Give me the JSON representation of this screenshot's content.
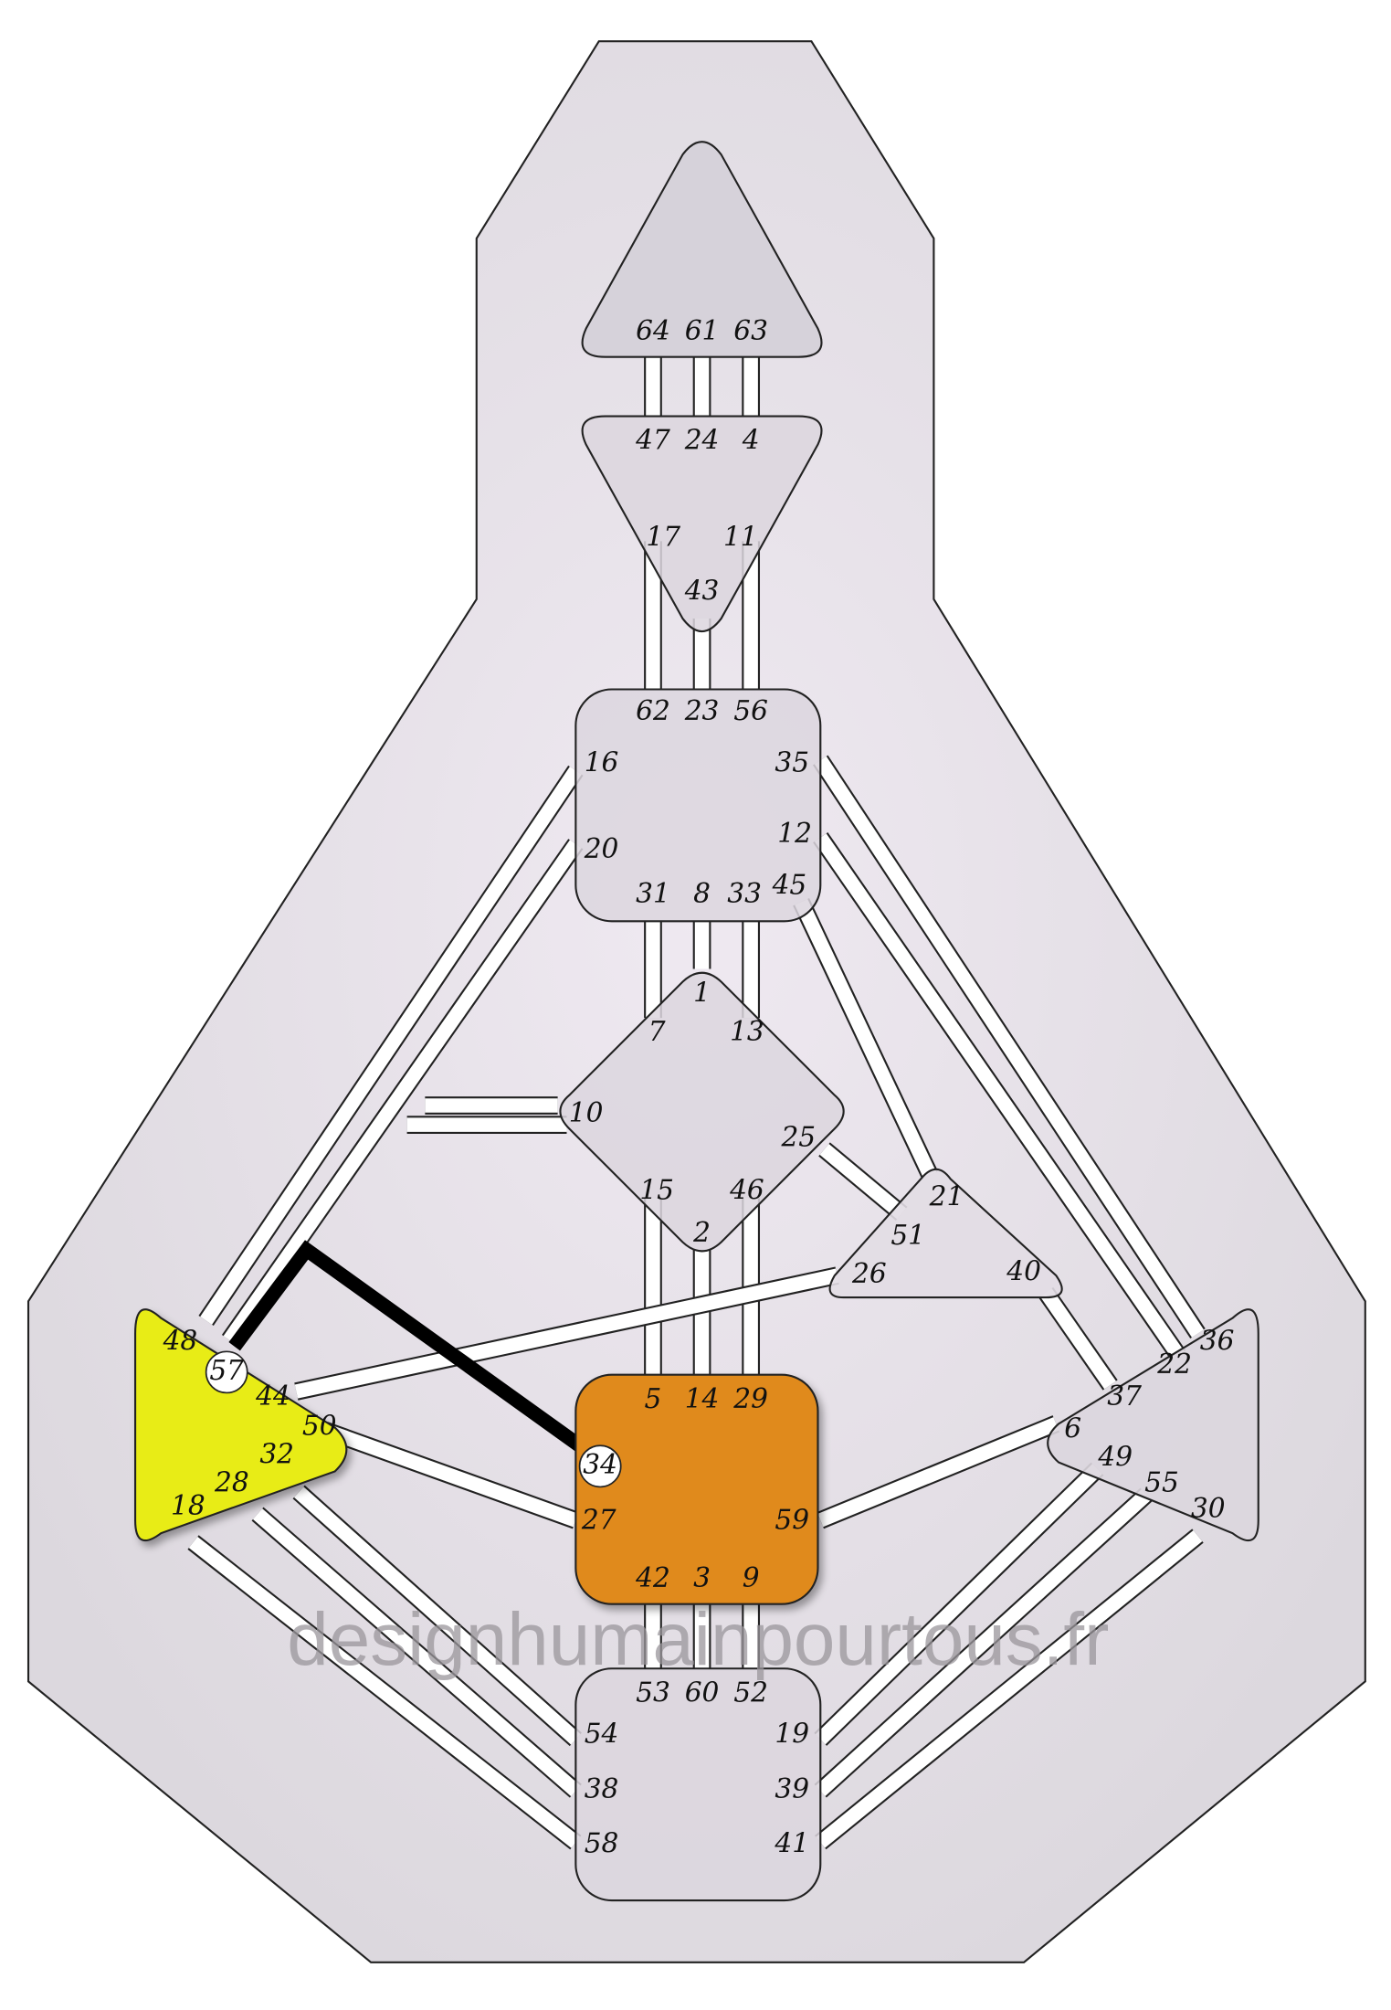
{
  "watermark": "designhumainpourtous.fr",
  "colors": {
    "defined_spleen": "#e8ec12",
    "defined_sacral": "#e08a1a",
    "undefined": "#dcd6de",
    "active_channel": "#000000"
  },
  "centers": [
    {
      "name": "head",
      "defined": false,
      "gates": [
        "64",
        "61",
        "63"
      ]
    },
    {
      "name": "ajna",
      "defined": false,
      "gates": [
        "47",
        "24",
        "4",
        "17",
        "11",
        "43"
      ]
    },
    {
      "name": "throat",
      "defined": false,
      "gates": [
        "62",
        "23",
        "56",
        "16",
        "35",
        "20",
        "12",
        "31",
        "8",
        "33",
        "45"
      ]
    },
    {
      "name": "g",
      "defined": false,
      "gates": [
        "1",
        "7",
        "13",
        "10",
        "25",
        "15",
        "46",
        "2"
      ]
    },
    {
      "name": "heart",
      "defined": false,
      "gates": [
        "21",
        "51",
        "26",
        "40"
      ]
    },
    {
      "name": "spleen",
      "defined": true,
      "gates": [
        "48",
        "57",
        "44",
        "50",
        "32",
        "28",
        "18"
      ]
    },
    {
      "name": "sacral",
      "defined": true,
      "gates": [
        "5",
        "14",
        "29",
        "34",
        "27",
        "59",
        "42",
        "3",
        "9"
      ]
    },
    {
      "name": "solar-plexus",
      "defined": false,
      "gates": [
        "36",
        "22",
        "37",
        "6",
        "49",
        "55",
        "30"
      ]
    },
    {
      "name": "root",
      "defined": false,
      "gates": [
        "53",
        "60",
        "52",
        "54",
        "19",
        "38",
        "39",
        "58",
        "41"
      ]
    }
  ],
  "activated_gates": [
    "57",
    "34"
  ],
  "defined_channels": [
    [
      "57",
      "34"
    ]
  ]
}
